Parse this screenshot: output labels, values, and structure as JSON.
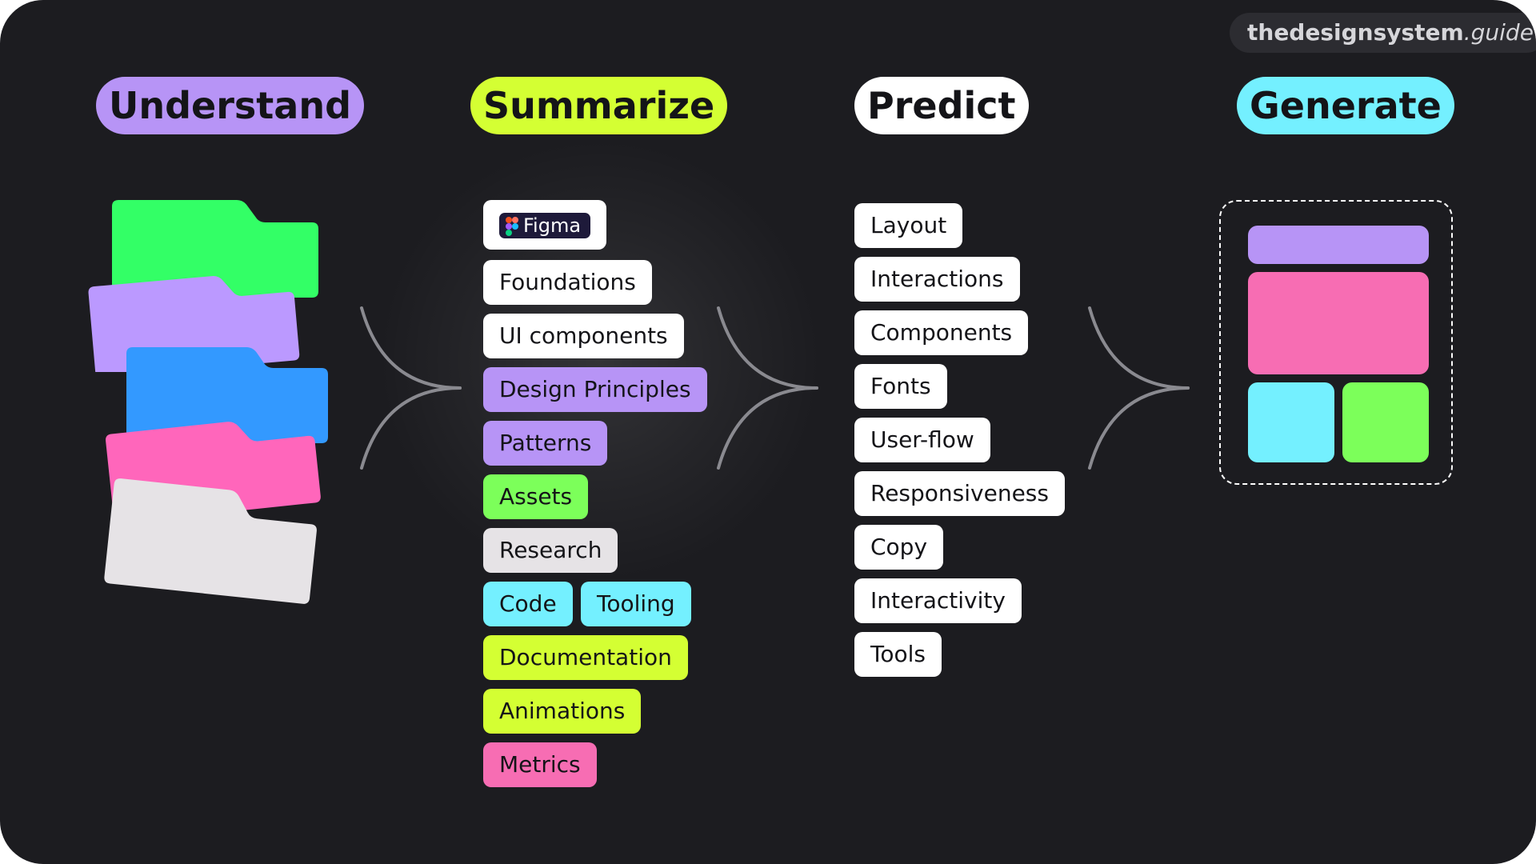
{
  "brand": {
    "bold": "thedesignsystem",
    "italic": ".guide"
  },
  "stages": [
    {
      "label": "Understand",
      "color": "#b794f6"
    },
    {
      "label": "Summarize",
      "color": "#d4ff33"
    },
    {
      "label": "Predict",
      "color": "#ffffff"
    },
    {
      "label": "Generate",
      "color": "#74f0ff"
    }
  ],
  "understand_folders": [
    {
      "color": "#33ff66"
    },
    {
      "color": "#bb99ff"
    },
    {
      "color": "#3399ff"
    },
    {
      "color": "#ff66bb"
    },
    {
      "color": "#e6e3e6"
    }
  ],
  "summarize_tags": [
    {
      "label": "Figma",
      "color": "#ffffff"
    },
    {
      "label": "Foundations",
      "color": "#ffffff"
    },
    {
      "label": "UI components",
      "color": "#ffffff"
    },
    {
      "label": "Design Principles",
      "color": "#b794f6"
    },
    {
      "label": "Patterns",
      "color": "#b794f6"
    },
    {
      "label": "Assets",
      "color": "#7cff5a"
    },
    {
      "label": "Research",
      "color": "#e6e3e6"
    },
    {
      "label": "Code",
      "color": "#74f0ff"
    },
    {
      "label": "Tooling",
      "color": "#74f0ff"
    },
    {
      "label": "Documentation",
      "color": "#d4ff33"
    },
    {
      "label": "Animations",
      "color": "#d4ff33"
    },
    {
      "label": "Metrics",
      "color": "#f76db3"
    }
  ],
  "predict_tags": [
    {
      "label": "Layout"
    },
    {
      "label": "Interactions"
    },
    {
      "label": "Components"
    },
    {
      "label": "Fonts"
    },
    {
      "label": "User-flow"
    },
    {
      "label": "Responsiveness"
    },
    {
      "label": "Copy"
    },
    {
      "label": "Interactivity"
    },
    {
      "label": "Tools"
    }
  ],
  "generate_blocks": [
    {
      "color": "#b794f6"
    },
    {
      "color": "#f76db3"
    },
    {
      "color": "#74f0ff"
    },
    {
      "color": "#7cff5a"
    }
  ]
}
